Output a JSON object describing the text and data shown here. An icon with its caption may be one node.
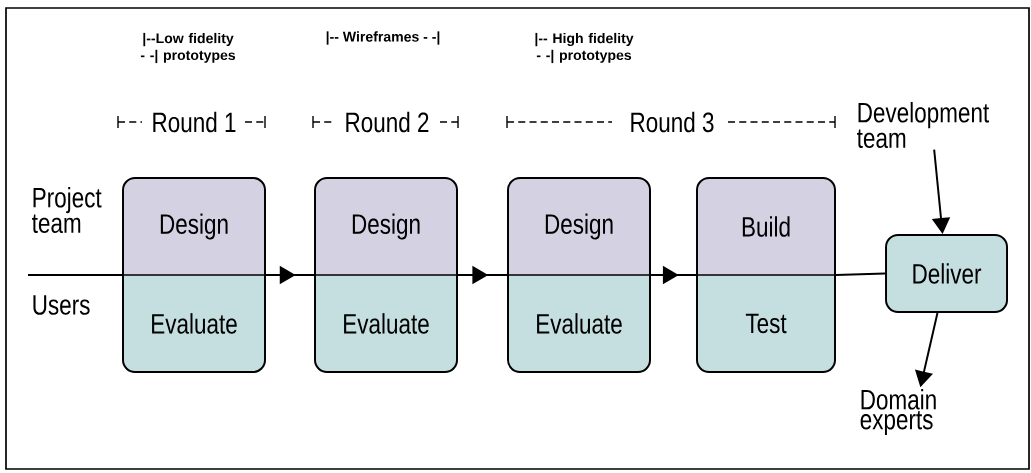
{
  "diagram": {
    "nodes": [
      {
        "text": [
          "Design",
          "Evaluate"
        ]
      },
      {
        "text": [
          "Design",
          "Evaluate"
        ]
      },
      {
        "text": [
          "Design",
          "Evaluate"
        ]
      },
      {
        "text": [
          "Build",
          "Test"
        ]
      },
      {
        "text": [
          "Deliver"
        ]
      },
      {
        "text": [
          "Development team"
        ]
      },
      {
        "text": [
          "Domain experts"
        ]
      }
    ],
    "edges": [
      {
        "from": null,
        "to": 0,
        "arrow": "none"
      },
      {
        "from": 0,
        "to": 1,
        "arrow": "to"
      },
      {
        "from": 1,
        "to": 2,
        "arrow": "to"
      },
      {
        "from": 2,
        "to": 3,
        "arrow": "to"
      },
      {
        "from": 3,
        "to": 4,
        "arrow": "none"
      },
      {
        "from": 5,
        "to": 4,
        "arrow": "to"
      },
      {
        "from": 4,
        "to": 6,
        "arrow": "to"
      }
    ],
    "labels": [
      "|--Low fidelity - -| prototypes",
      "|-- Wireframes - -|",
      "|-- High fidelity - -| prototypes",
      "Round 1",
      "Round 2",
      "Round 3",
      "Project team",
      "Users"
    ]
  }
}
